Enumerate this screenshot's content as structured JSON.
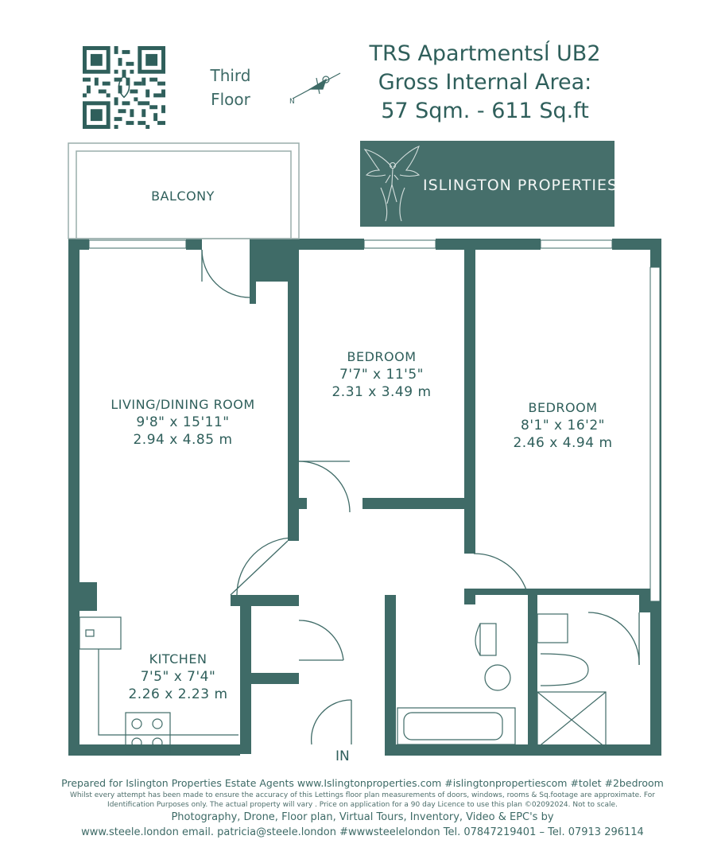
{
  "header": {
    "title_line1": "TRS Apartmentsĺ UB2",
    "title_line2": "Gross Internal Area:",
    "title_line3": "57 Sqm. - 611 Sq.ft",
    "floor_line1": "Third",
    "floor_line2": "Floor"
  },
  "brand": {
    "name": "ISLINGTON PROPERTIES",
    "box_color": "#466f6b"
  },
  "rooms": {
    "balcony": {
      "name": "BALCONY"
    },
    "living": {
      "name": "LIVING/DINING ROOM",
      "dim_imperial": "9'8\" x 15'11\"",
      "dim_metric": "2.94 x 4.85 m"
    },
    "bedroom1": {
      "name": "BEDROOM",
      "dim_imperial": "7'7\" x 11'5\"",
      "dim_metric": "2.31 x 3.49 m"
    },
    "bedroom2": {
      "name": "BEDROOM",
      "dim_imperial": "8'1\" x 16'2\"",
      "dim_metric": "2.46 x 4.94 m"
    },
    "kitchen": {
      "name": "KITCHEN",
      "dim_imperial": "7'5\" x 7'4\"",
      "dim_metric": "2.26 x 2.23 m"
    }
  },
  "entrance": {
    "label": "IN"
  },
  "footer": {
    "line1": "Prepared for Islington Properties Estate Agents  www.Islingtonproperties.com  #islingtonpropertiescom  #tolet  #2bedroom",
    "line2": "Whilst every attempt has been made to ensure the accuracy of this Lettings floor plan measurements of doors, windows, rooms & Sq.footage are approximate. For",
    "line3": "Identification Purposes only. The actual property will vary . Price on application for a 90 day Licence to use this plan ©02092024. Not to scale.",
    "line4": "Photography,  Drone,  Floor plan,  Virtual Tours,  Inventory,  Video  &  EPC's  by",
    "line5": "www.steele.london  email. patricia@steele.london #wwwsteelelondon  Tel. 07847219401 – Tel. 07913 296114"
  },
  "colors": {
    "wall": "#3f6b67",
    "text": "#2f5f5b"
  },
  "icons": [
    "qr-code-icon",
    "compass-icon",
    "angel-logo-icon"
  ]
}
